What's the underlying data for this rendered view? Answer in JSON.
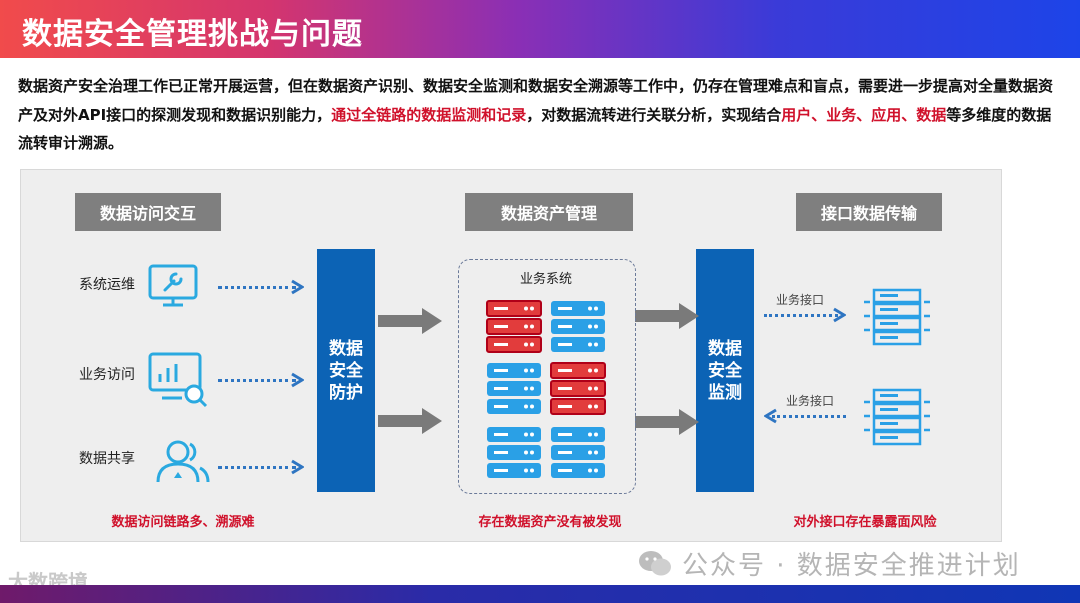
{
  "header": {
    "title": "数据安全管理挑战与问题"
  },
  "intro": {
    "part1": "数据资产安全治理工作已正常开展运营，但在数据资产识别、数据安全监测和数据安全溯源等工作中，仍存在管理难点和盲点，需要进一步提高对全量数据资产及对外API接口的探测发现和数据识别能力，",
    "red1": "通过全链路的数据监测和记录",
    "part2": "，对数据流转进行关联分析，实现结合",
    "red2": "用户、业务、应用、数据",
    "part3": "等多维度的数据流转审计溯源。"
  },
  "diagram": {
    "left_header": "数据访问交互",
    "mid_header": "数据资产管理",
    "right_header": "接口数据传输",
    "rows": [
      {
        "label": "系统运维",
        "icon": "maintenance-monitor-icon"
      },
      {
        "label": "业务访问",
        "icon": "analytics-monitor-icon"
      },
      {
        "label": "数据共享",
        "icon": "users-share-icon"
      }
    ],
    "protect_label": "数据安全防护",
    "monitor_label": "数据安全监测",
    "system_label": "业务系统",
    "interface_label_top": "业务接口",
    "interface_label_bottom": "业务接口",
    "caption_left": "数据访问链路多、溯源难",
    "caption_mid": "存在数据资产没有被发现",
    "caption_right": "对外接口存在暴露面风险"
  },
  "watermark": "公众号 · 数据安全推进计划",
  "brand": "大数跨境",
  "colors": {
    "accent_blue": "#0c63b5",
    "accent_red": "#d0112b",
    "header_gray": "#7f7f7f"
  }
}
